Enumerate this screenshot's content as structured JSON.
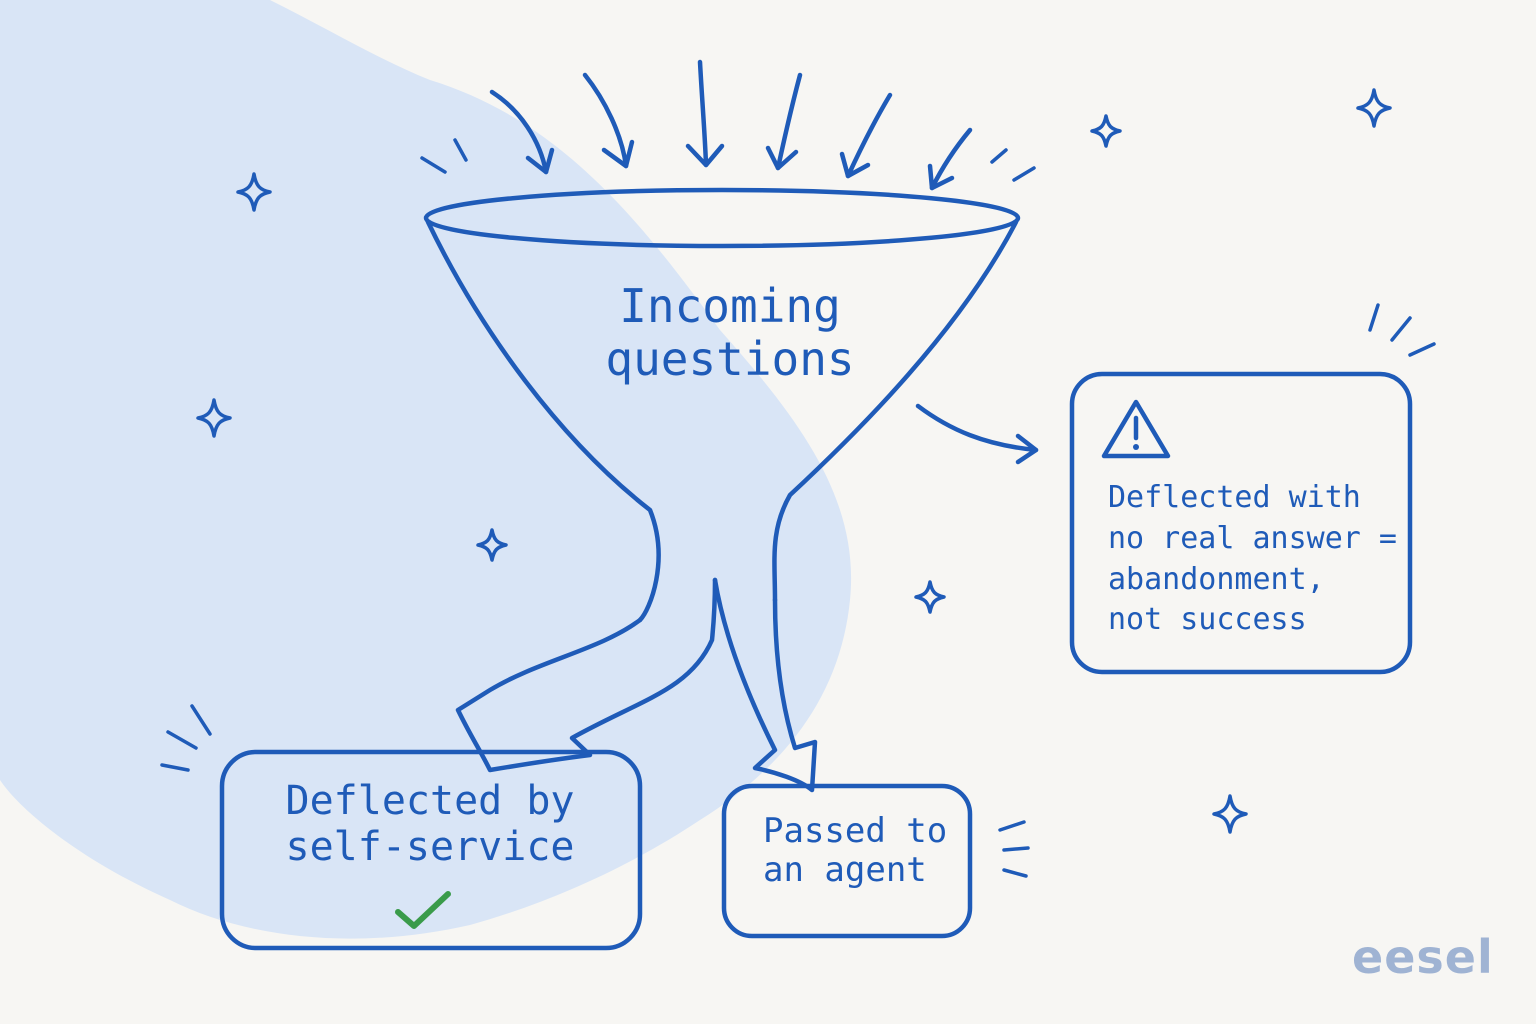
{
  "diagram": {
    "funnel": {
      "label": "Incoming\nquestions"
    },
    "outcomes": {
      "self_service": {
        "label": "Deflected by\nself-service",
        "icon": "check-icon"
      },
      "agent": {
        "label": "Passed to\nan agent"
      },
      "abandonment": {
        "label": "Deflected with\nno real answer =\nabandonment,\nnot success",
        "icon": "warning-icon"
      }
    },
    "logo": "eesel"
  },
  "colors": {
    "ink": "#1f5bb8",
    "background": "#f7f6f3",
    "blob": "#d9e5f6",
    "check": "#3a9b4a",
    "logo": "#9fb3d3"
  }
}
